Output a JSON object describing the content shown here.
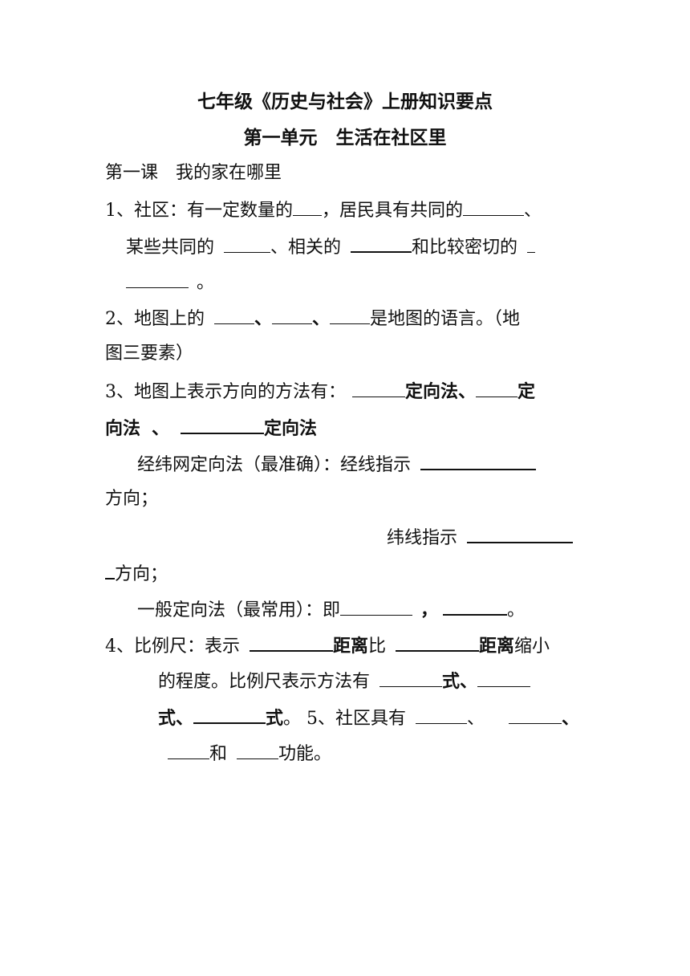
{
  "title": "七年级《历史与社会》上册知识要点",
  "unit": "第一单元　生活在社区里",
  "lesson": "第一课　我的家在哪里",
  "q1": {
    "lead": "1、社区：有一定数量的",
    "t1": "，居民具有共同的",
    "t2": "、",
    "t3": "某些共同的",
    "t4": "、相关的",
    "t5": "和比较密切的",
    "t6": "。"
  },
  "q2": {
    "lead": "2、地图上的",
    "sep": "、",
    "t1": "是地图的语言。（地",
    "t2": "图三要素）"
  },
  "q3": {
    "lead": "3、地图上表示方向的方法有：",
    "t1": "定向法、",
    "t2": "定",
    "t3": "向法",
    "t4": "、",
    "t5": "定向法"
  },
  "grid": {
    "lead": "经纬网定向法（最准确）：经线指示",
    "t1": "方向；",
    "lead2": "纬线指示",
    "t2": "方向；"
  },
  "general": {
    "lead": "一般定向法（最常用）：即",
    "comma": "，",
    "end": "。"
  },
  "q4": {
    "lead": "4、比例尺：表示",
    "t1": "距离",
    "t2": "比",
    "t3": "距离",
    "t4": "缩小",
    "t5": "的程度。比例尺表示方法有",
    "t6": "式、",
    "t7": "式、",
    "t8": "式",
    "t9": "。 5、社区具有",
    "t10": "、",
    "t11": "、",
    "t12": "和",
    "t13": "功能。"
  }
}
